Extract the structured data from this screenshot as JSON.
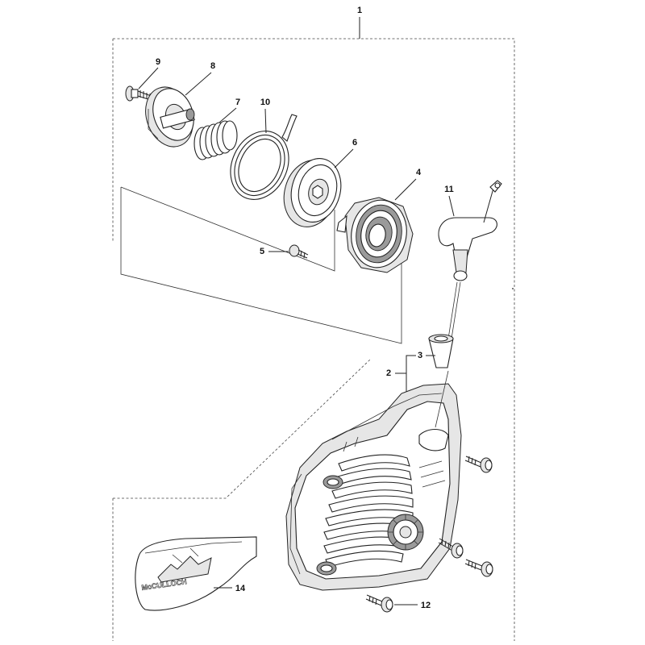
{
  "callouts": {
    "c1": "1",
    "c2": "2",
    "c3": "3",
    "c4": "4",
    "c5": "5",
    "c6": "6",
    "c7": "7",
    "c8": "8",
    "c9": "9",
    "c10": "10",
    "c11": "11",
    "c12": "12",
    "c14": "14"
  },
  "brand_text": "McCULLOCH"
}
